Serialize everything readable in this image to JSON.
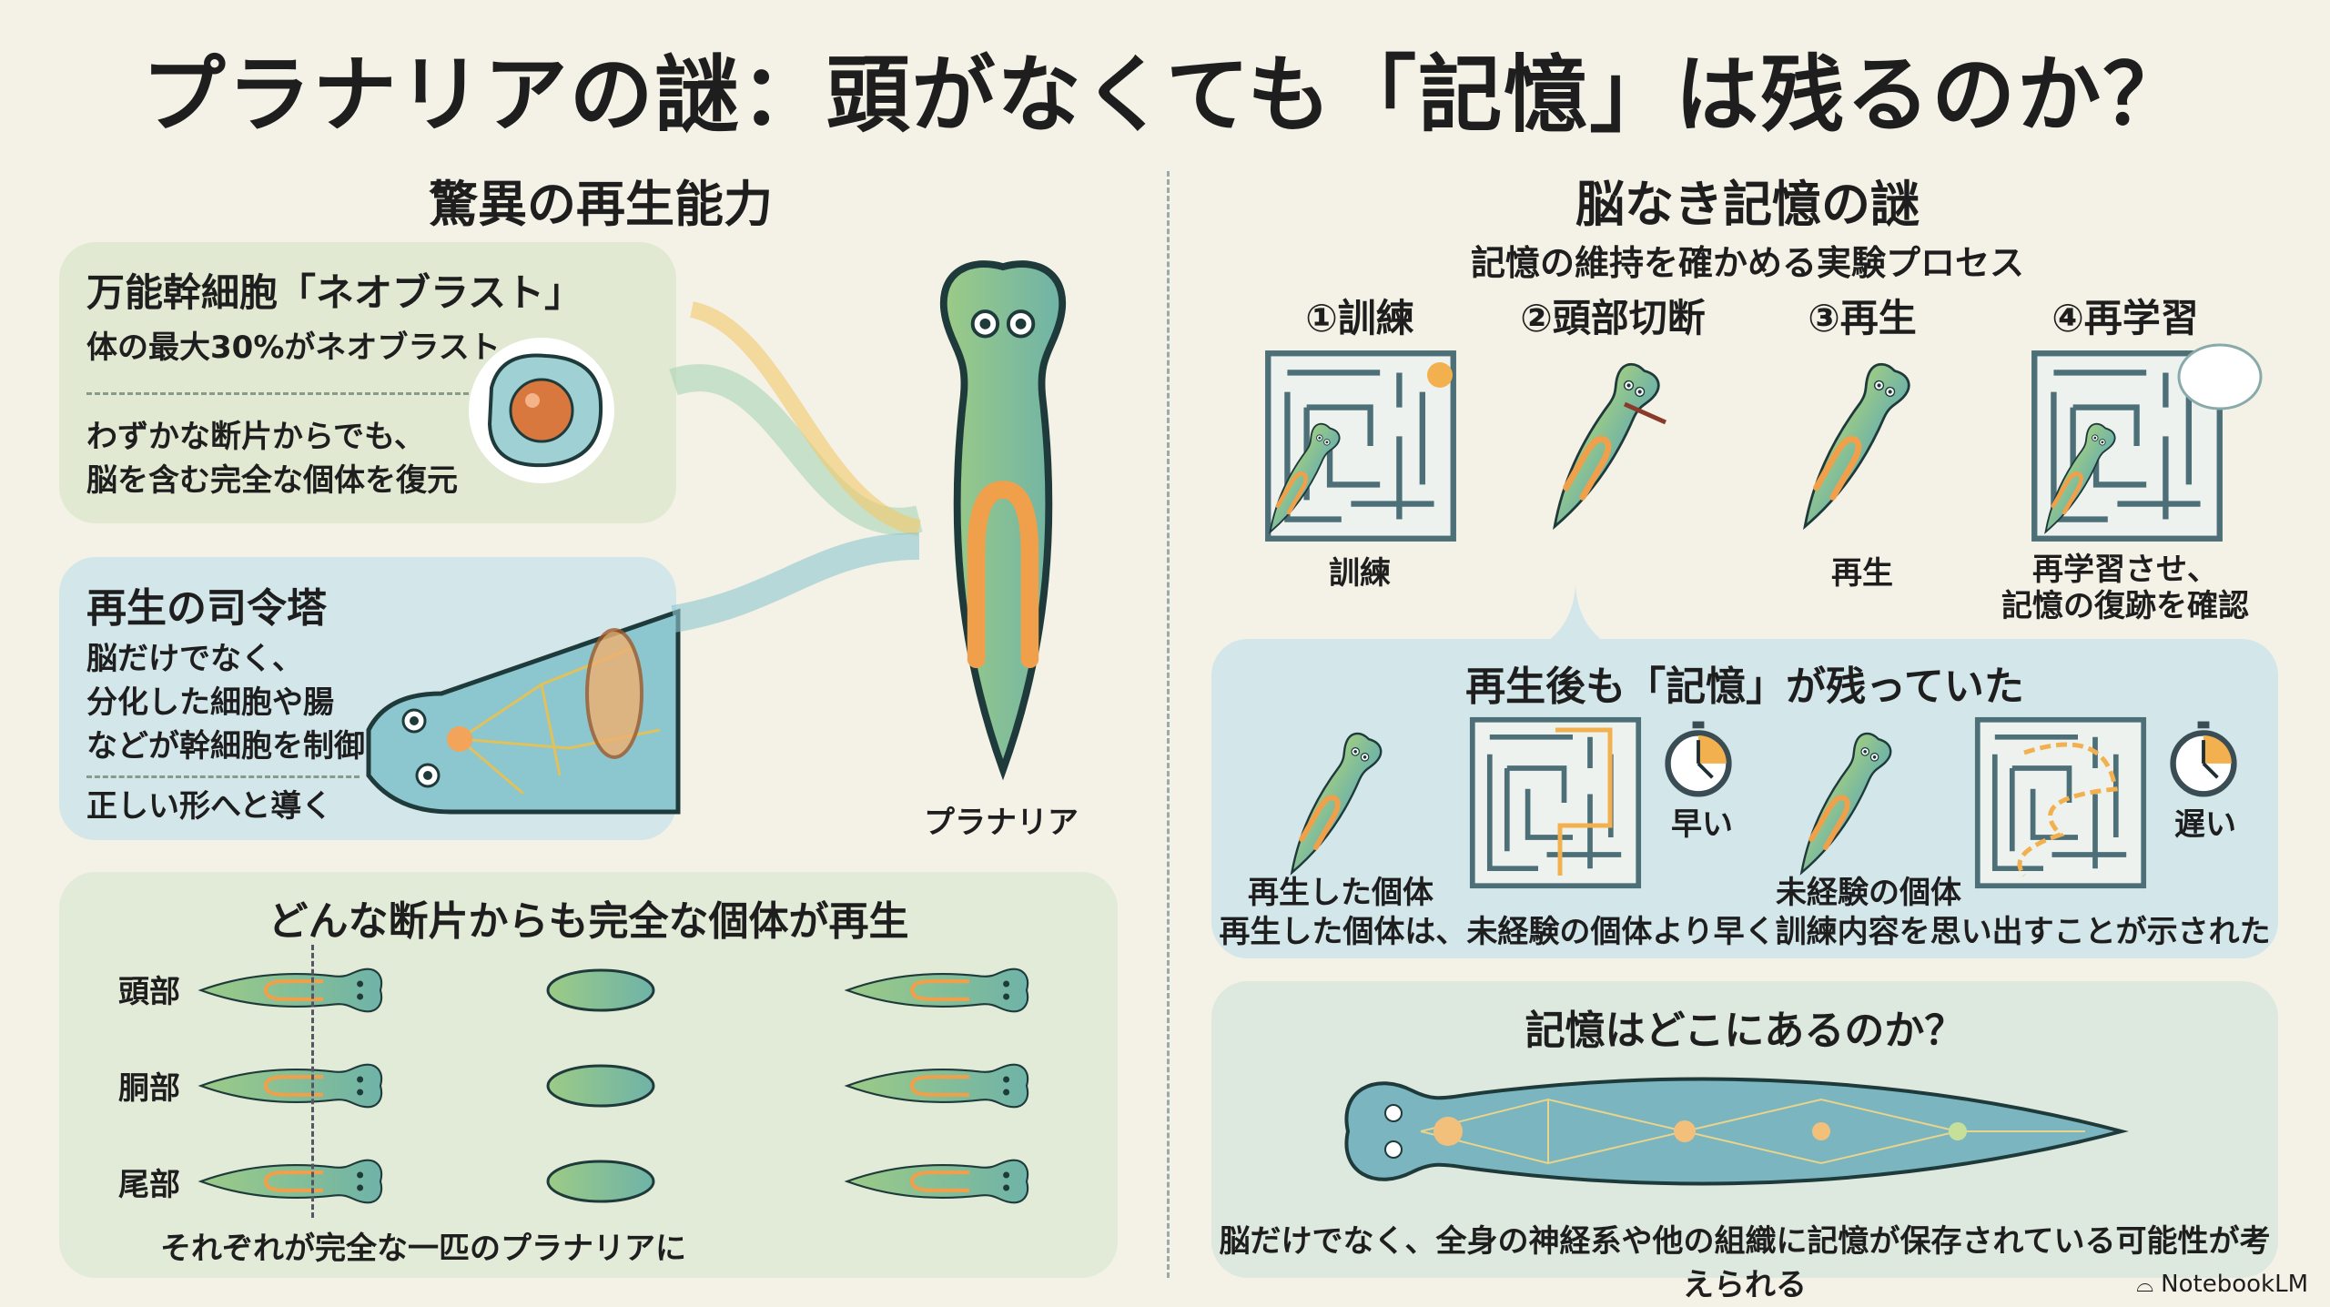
{
  "title": "プラナリアの謎：頭がなくても「記憶」は残るのか？",
  "left": {
    "heading": "驚異の再生能力",
    "neoblast": {
      "title": "万能幹細胞「ネオブラスト」",
      "line1": "体の最大30%がネオブラスト",
      "line2": "わずかな断片からでも、",
      "line3": "脳を含む完全な個体を復元"
    },
    "control": {
      "title": "再生の司令塔",
      "line1": "脳だけでなく、",
      "line2": "分化した細胞や腸",
      "line3": "などが幹細胞を制御",
      "line4": "正しい形へと導く"
    },
    "planaria_label": "プラナリア",
    "fragments": {
      "title": "どんな断片からも完全な個体が再生",
      "rows": [
        "頭部",
        "胴部",
        "尾部"
      ],
      "footer": "それぞれが完全な一匹のプラナリアに"
    }
  },
  "right": {
    "heading": "脳なき記憶の謎",
    "subheading": "記憶の維持を確かめる実験プロセス",
    "steps": [
      {
        "label": "①訓練",
        "caption": "訓練"
      },
      {
        "label": "②頭部切断",
        "caption": ""
      },
      {
        "label": "③再生",
        "caption": "再生"
      },
      {
        "label": "④再学習",
        "caption": "再学習させ、\n記憶の復跡を確認"
      }
    ],
    "result": {
      "title": "再生後も「記憶」が残っていた",
      "regenerated": "再生した個体",
      "fast": "早い",
      "naive": "未経験の個体",
      "slow": "遅い",
      "summary": "再生した個体は、未経験の個体より早く訓練内容を思い出すことが示された"
    },
    "where": {
      "title": "記憶はどこにあるのか？",
      "summary": "脳だけでなく、全身の神経系や他の組織に記憶が保存されている可能性が考えられる"
    }
  },
  "brand": "NotebookLM",
  "colors": {
    "background": "#f4f2e6",
    "green_card": "#e2e9d3",
    "blue_card": "#d3e6ea",
    "planaria": "#8fc38a",
    "gut": "#f0a04b"
  }
}
